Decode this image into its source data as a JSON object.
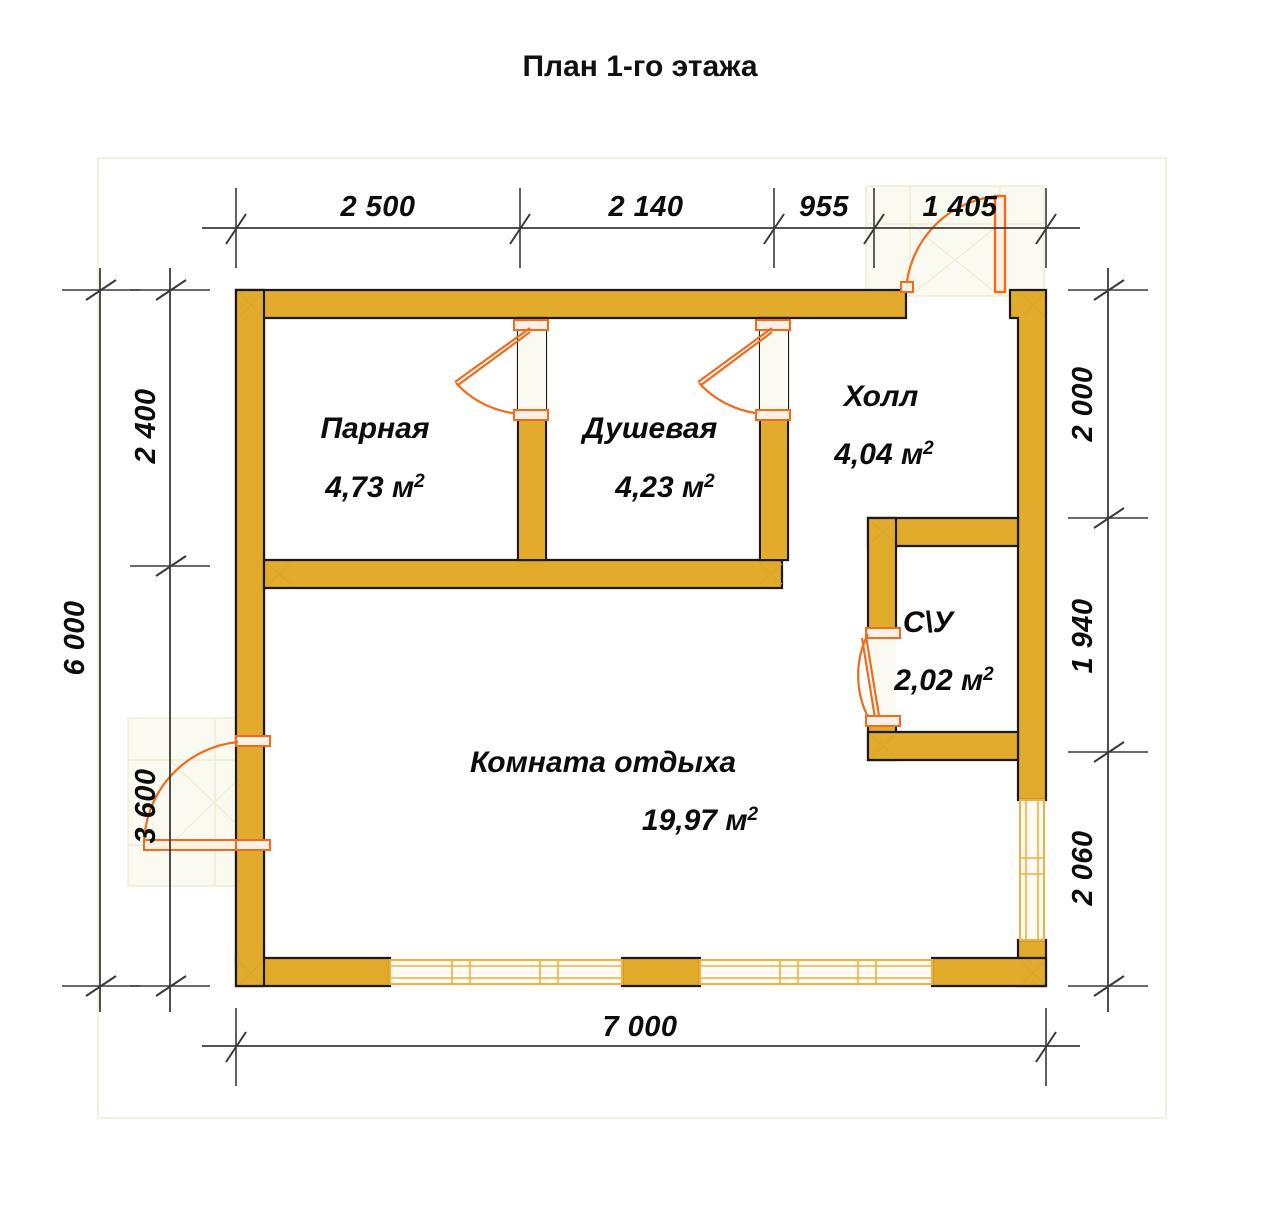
{
  "title": "План 1-го этажа",
  "colors": {
    "wall_fill": "#e2ab2c",
    "wall_stroke": "#1a1a1a",
    "door_stroke": "#f26a1b",
    "dimension_line": "#3a3a3a",
    "ghost_fill": "#fbfaf0",
    "ghost_stroke": "#efedd6",
    "background": "#ffffff",
    "text": "#0c0c0c"
  },
  "rooms": [
    {
      "id": "parnaya",
      "name": "Парная",
      "area": "4,73",
      "unit": "м",
      "exp": "2"
    },
    {
      "id": "dushevaya",
      "name": "Душевая",
      "area": "4,23",
      "unit": "м",
      "exp": "2"
    },
    {
      "id": "holl",
      "name": "Холл",
      "area": "4,04",
      "unit": "м",
      "exp": "2"
    },
    {
      "id": "su",
      "name": "С\\У",
      "area": "2,02",
      "unit": "м",
      "exp": "2"
    },
    {
      "id": "komnata",
      "name": "Комната отдыха",
      "area": "19,97",
      "unit": "м",
      "exp": "2"
    }
  ],
  "dimensions": {
    "top": [
      {
        "label": "2 500"
      },
      {
        "label": "2 140"
      },
      {
        "label": "955"
      },
      {
        "label": "1 405"
      }
    ],
    "bottom": [
      {
        "label": "7 000"
      }
    ],
    "left_outer": [
      {
        "label": "6 000"
      }
    ],
    "left_inner": [
      {
        "label": "2 400"
      },
      {
        "label": "3 600"
      }
    ],
    "right": [
      {
        "label": "2 000"
      },
      {
        "label": "1 940"
      },
      {
        "label": "2 060"
      }
    ]
  },
  "elements": {
    "doors": [
      {
        "name": "entrance-door",
        "location": "top-right"
      },
      {
        "name": "parnaya-door",
        "location": "parnaya-to-dushevaya"
      },
      {
        "name": "dushevaya-door",
        "location": "dushevaya-to-holl"
      },
      {
        "name": "wc-door",
        "location": "su-to-komnata"
      },
      {
        "name": "exterior-left-door",
        "location": "left-wall"
      }
    ],
    "windows": [
      {
        "name": "window-bottom-left",
        "location": "bottom-wall"
      },
      {
        "name": "window-bottom-right",
        "location": "bottom-wall"
      },
      {
        "name": "window-right",
        "location": "right-wall"
      }
    ]
  }
}
